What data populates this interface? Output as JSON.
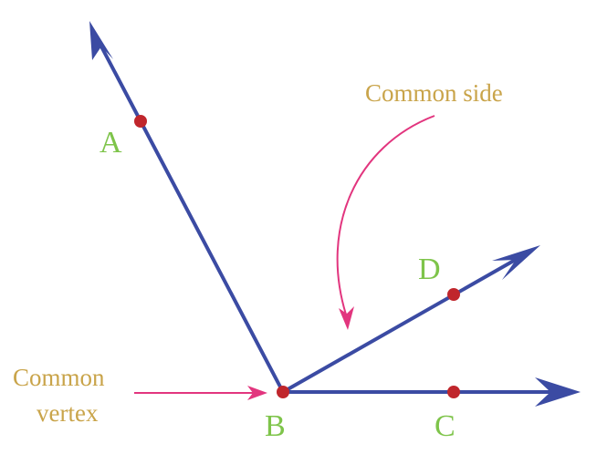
{
  "points": {
    "A": "A",
    "B": "B",
    "C": "C",
    "D": "D"
  },
  "annotations": {
    "common_side": "Common side",
    "common_vertex_line1": "Common",
    "common_vertex_line2": "vertex"
  },
  "colors": {
    "ray": "#3b4ba3",
    "point": "#c0262c",
    "point_label": "#7ec44a",
    "annotation_text": "#c9a44a",
    "annotation_arrow": "#e2357e"
  }
}
